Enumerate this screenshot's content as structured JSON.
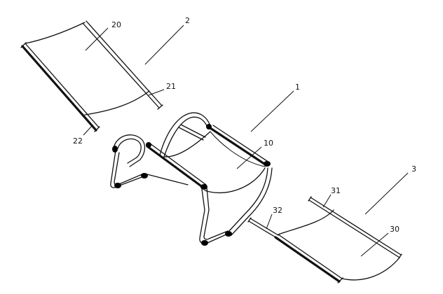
{
  "labels": {
    "part_2": "2",
    "part_20": "20",
    "part_21": "21",
    "part_22": "22",
    "part_1": "1",
    "part_10": "10",
    "part_3": "3",
    "part_31": "31",
    "part_32": "32",
    "part_30": "30"
  }
}
